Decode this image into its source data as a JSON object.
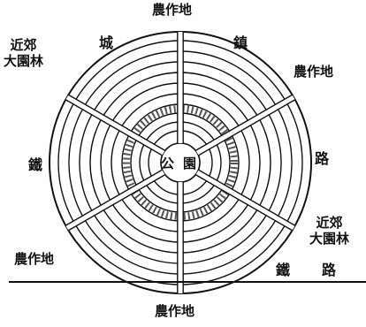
{
  "labels": {
    "farmland_top": "農作地",
    "suburban_forest_upper_left": "近郊\n大園林",
    "farmland_right": "農作地",
    "suburban_forest_lower_right": "近郊\n大園林",
    "farmland_left": "農作地",
    "farmland_bottom": "農作地",
    "city_char_1": "城",
    "city_char_2": "鎮",
    "railway_char_1": "鐵",
    "railway_char_2": "路",
    "park_char_1": "公",
    "park_char_2": "園",
    "vertical_char_right": "路",
    "vertical_char_left": "鐵"
  },
  "colors": {
    "ink": "#111111",
    "paper": "#ffffff",
    "belt": "#555555"
  }
}
